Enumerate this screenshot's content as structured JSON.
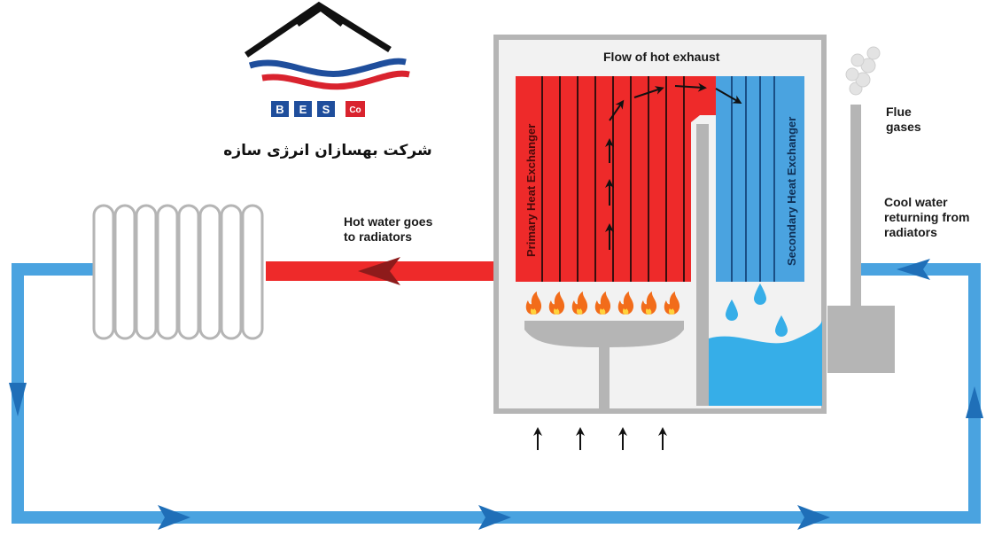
{
  "logo": {
    "letters": [
      "B",
      "E",
      "S"
    ],
    "co": "Co",
    "company_name": "شرکت بهسازان انرژی سازه",
    "colors": {
      "blue": "#1f4e9c",
      "red": "#d9232e",
      "dark": "#111111"
    }
  },
  "labels": {
    "flow_of_hot_exhaust": "Flow of hot exhaust",
    "flue_gases": [
      "Flue",
      "gases"
    ],
    "hot_water": [
      "Hot water goes",
      "to radiators"
    ],
    "cool_water": [
      "Cool water",
      "returning from",
      "radiators"
    ],
    "primary_heat_exchanger": "Primary Heat Exchanger",
    "secondary_heat_exchanger": "Secondary Heat Exchanger"
  },
  "colors": {
    "hot": "#ee2a2a",
    "hot_dark": "#b01818",
    "cold": "#4aa3e0",
    "cold_dark": "#1f6fb8",
    "casing": "#b5b5b5",
    "water": "#36aee8",
    "flame": "#f26c1a"
  },
  "icons": [
    "flame-icon",
    "water-drop-icon",
    "smoke-icon",
    "arrow-up-icon",
    "radiator-icon"
  ]
}
